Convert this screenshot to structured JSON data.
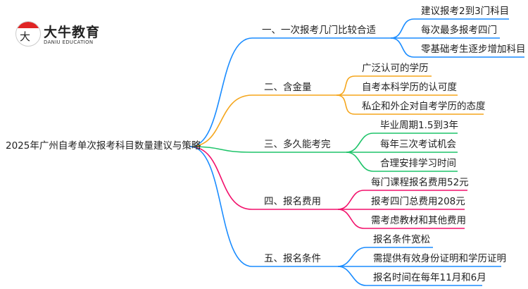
{
  "logo": {
    "name": "大牛教育",
    "subtitle": "DANIU EDUCATION",
    "mark": "大牛"
  },
  "root": "2025年广州自考单次报考科目数量建议与策略",
  "colors": [
    "#1a8cff",
    "#f5a61c",
    "#1fc46a",
    "#f2106b",
    "#1a8cff"
  ],
  "branches": [
    {
      "label": "一、一次报考几门比较合适",
      "leaves": [
        "建议报考2到3门科目",
        "每次最多报考四门",
        "零基础考生逐步增加科目"
      ]
    },
    {
      "label": "二、含金量",
      "leaves": [
        "广泛认可的学历",
        "自考本科学历的认可度",
        "私企和外企对自考学历的态度"
      ]
    },
    {
      "label": "三、多久能考完",
      "leaves": [
        "毕业周期1.5到3年",
        "每年三次考试机会",
        "合理安排学习时间"
      ]
    },
    {
      "label": "四、报名费用",
      "leaves": [
        "每门课程报名费用52元",
        "报考四门总费用208元",
        "需考虑教材和其他费用"
      ]
    },
    {
      "label": "五、报名条件",
      "leaves": [
        "报名条件宽松",
        "需提供有效身份证明和学历证明",
        "报名时间在每年11月和6月"
      ]
    }
  ]
}
